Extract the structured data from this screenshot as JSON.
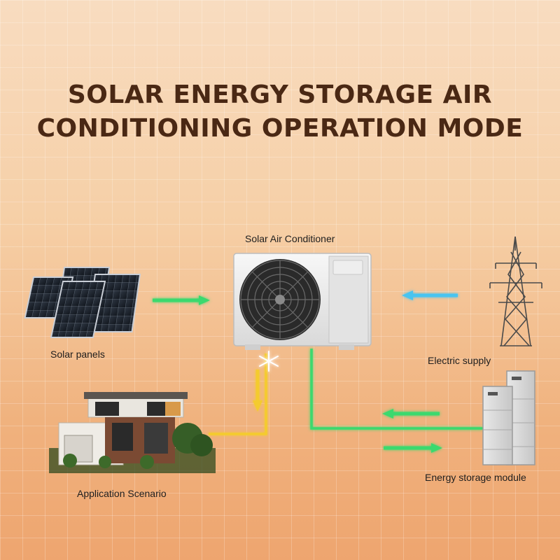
{
  "title": {
    "line1": "SOLAR ENERGY STORAGE AIR",
    "line2": "CONDITIONING OPERATION MODE"
  },
  "nodes": {
    "air_conditioner": "Solar Air Conditioner",
    "solar_panels": "Solar panels",
    "electric_supply": "Electric supply",
    "energy_storage": "Energy storage module",
    "application": "Application Scenario"
  },
  "icons": [
    "solar-panel-icon",
    "air-conditioner-icon",
    "transmission-tower-icon",
    "battery-module-icon",
    "house-icon",
    "snowflake-icon"
  ],
  "colors": {
    "green_flow": "#35d46a",
    "blue_flow": "#3fb6e8",
    "yellow_flow": "#f3c62a",
    "title": "#4a2814"
  }
}
